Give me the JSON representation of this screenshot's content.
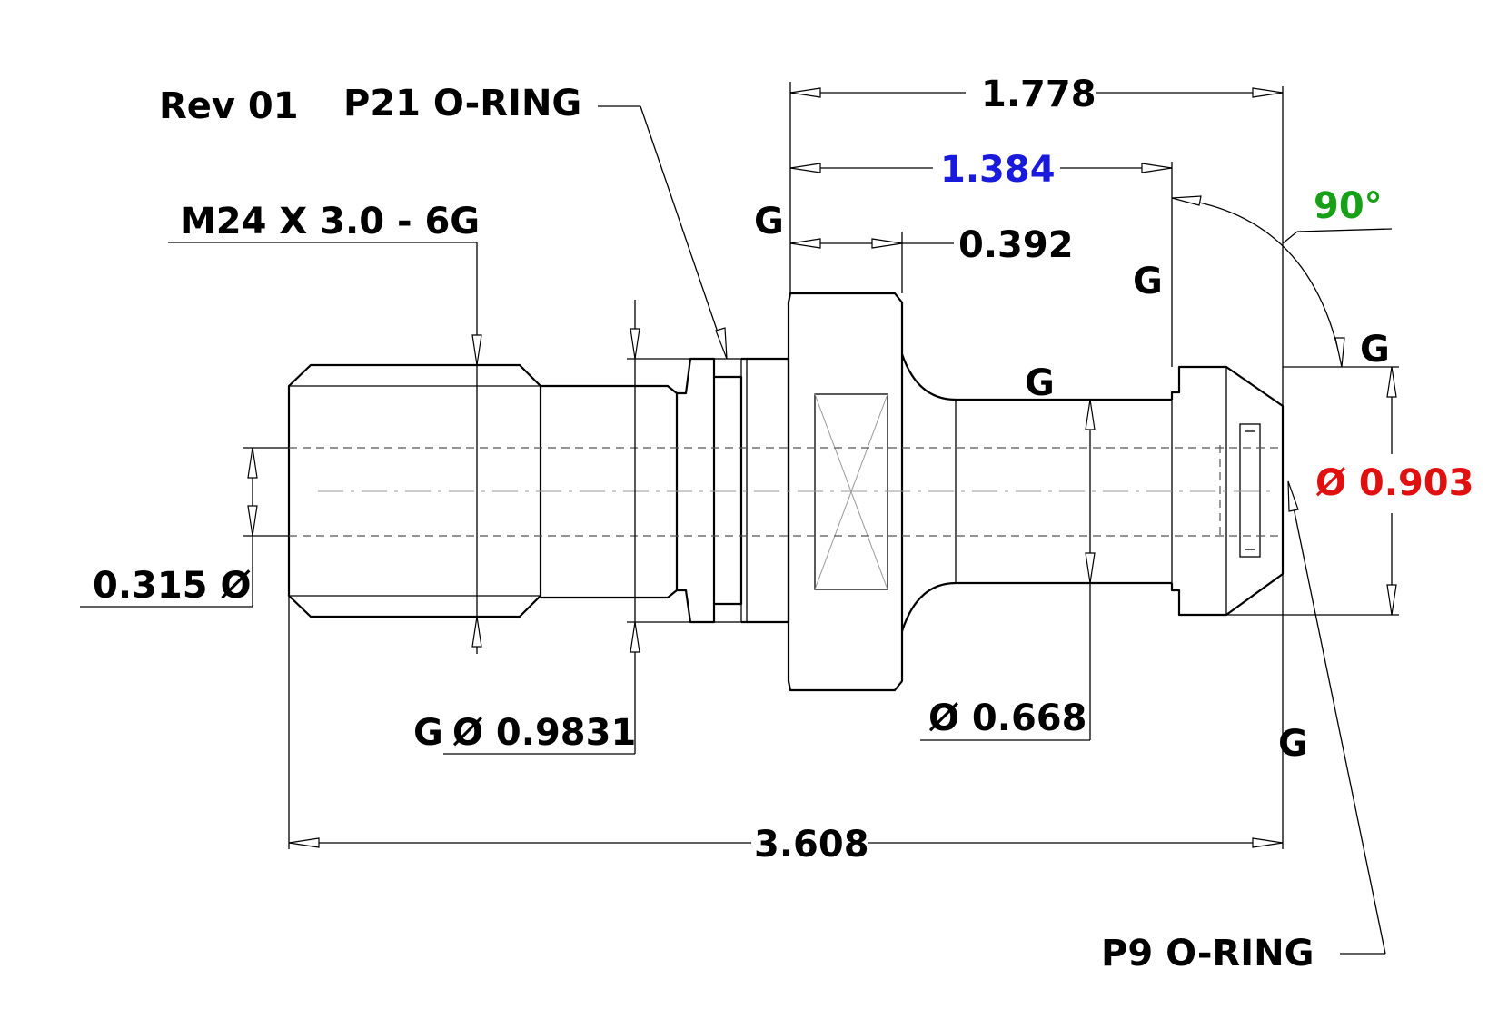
{
  "revision": "Rev 01",
  "callouts": {
    "p21_oring": "P21 O-RING",
    "p9_oring": "P9 O-RING",
    "thread": "M24 X 3.0 - 6G"
  },
  "dimensions": {
    "overall_length": "3.608",
    "length_1778": "1.778",
    "length_1384": "1.384",
    "length_0392": "0.392",
    "bore_dia": "0.315 Ø",
    "neck_dia": "Ø 0.668",
    "head_dia": "Ø 0.903",
    "body_dia": "Ø 0.9831",
    "angle": "90°"
  },
  "grade_marks": {
    "mark": "G"
  },
  "colors": {
    "blue_dim": "#1a1adc",
    "red_dim": "#e01010",
    "green_dim": "#18a018",
    "line": "#000000"
  }
}
